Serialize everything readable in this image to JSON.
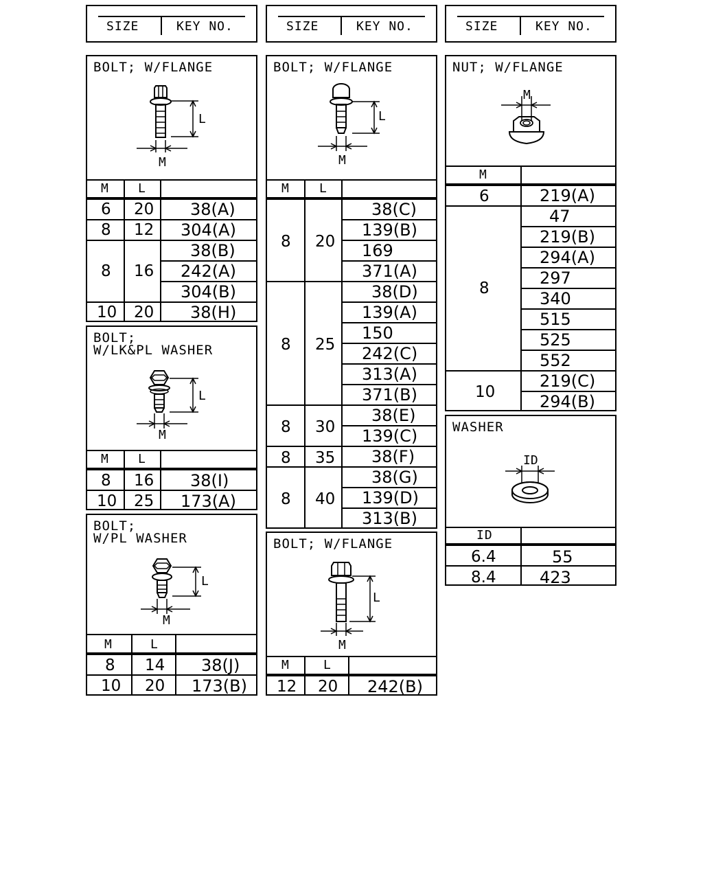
{
  "legend": {
    "size": "SIZE",
    "key_no": "KEY NO."
  },
  "bolt_flange_1": {
    "title": "BOLT; W/FLANGE",
    "dim_l": "L",
    "dim_m": "M",
    "headers": [
      "M",
      "L",
      ""
    ],
    "rows": [
      [
        "6",
        "20",
        "38(A)"
      ],
      [
        "8",
        "12",
        "304(A)"
      ],
      [
        "8",
        "16",
        "38(B)",
        "242(A)",
        "304(B)"
      ],
      [
        "10",
        "20",
        "38(H)"
      ]
    ]
  },
  "bolt_lk_pl": {
    "title_line1": "BOLT;",
    "title_line2": "W/LK&PL WASHER",
    "dim_l": "L",
    "dim_m": "M",
    "headers": [
      "M",
      "L",
      ""
    ],
    "rows": [
      [
        "8",
        "16",
        "38(I)"
      ],
      [
        "10",
        "25",
        "173(A)"
      ]
    ]
  },
  "bolt_pl": {
    "title_line1": "BOLT;",
    "title_line2": "W/PL WASHER",
    "dim_l": "L",
    "dim_m": "M",
    "headers": [
      "M",
      "L",
      ""
    ],
    "rows": [
      [
        "8",
        "14",
        "38(J)"
      ],
      [
        "10",
        "20",
        "173(B)"
      ]
    ]
  },
  "bolt_flange_2": {
    "title": "BOLT; W/FLANGE",
    "dim_l": "L",
    "dim_m": "M",
    "headers": [
      "M",
      "L",
      ""
    ],
    "groups": [
      {
        "m": "8",
        "l": "20",
        "keys": [
          "38(C)",
          "139(B)",
          "169",
          "371(A)"
        ]
      },
      {
        "m": "8",
        "l": "25",
        "keys": [
          "38(D)",
          "139(A)",
          "150",
          "242(C)",
          "313(A)",
          "371(B)"
        ]
      },
      {
        "m": "8",
        "l": "30",
        "keys": [
          "38(E)",
          "139(C)"
        ]
      },
      {
        "m": "8",
        "l": "35",
        "keys": [
          "38(F)"
        ]
      },
      {
        "m": "8",
        "l": "40",
        "keys": [
          "38(G)",
          "139(D)",
          "313(B)"
        ]
      }
    ]
  },
  "bolt_flange_3": {
    "title": "BOLT; W/FLANGE",
    "dim_l": "L",
    "dim_m": "M",
    "headers": [
      "M",
      "L",
      ""
    ],
    "rows": [
      [
        "12",
        "20",
        "242(B)"
      ]
    ]
  },
  "nut_flange": {
    "title": "NUT; W/FLANGE",
    "dim_m": "M",
    "headers": [
      "M",
      ""
    ],
    "groups": [
      {
        "m": "6",
        "keys": [
          "219(A)"
        ]
      },
      {
        "m": "8",
        "keys": [
          "47",
          "219(B)",
          "294(A)",
          "297",
          "340",
          "515",
          "525",
          "552"
        ]
      },
      {
        "m": "10",
        "keys": [
          "219(C)",
          "294(B)"
        ]
      }
    ]
  },
  "washer": {
    "title": "WASHER",
    "dim_id": "ID",
    "headers": [
      "ID",
      ""
    ],
    "rows": [
      [
        "6.4",
        "55"
      ],
      [
        "8.4",
        "423"
      ]
    ]
  }
}
